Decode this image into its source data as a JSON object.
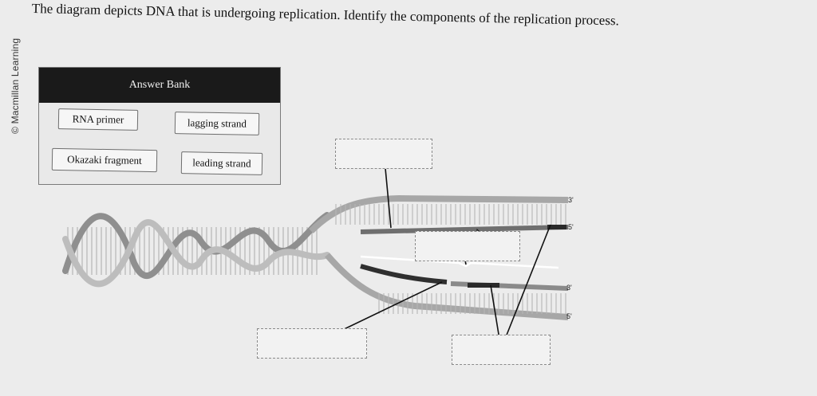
{
  "credit": "© Macmillan Learning",
  "prompt": "The diagram depicts DNA that is undergoing replication. Identify the components of the replication process.",
  "answer_bank": {
    "title": "Answer Bank",
    "chips": [
      "RNA primer",
      "lagging strand",
      "Okazaki fragment",
      "leading strand"
    ]
  },
  "strand_end_labels": [
    "3'",
    "5'",
    "3'",
    "5'"
  ],
  "colors": {
    "background": "#ececec",
    "bank_header": "#1a1a1a",
    "strand_light": "#9a9a9a",
    "strand_dark": "#3a3a3a"
  }
}
